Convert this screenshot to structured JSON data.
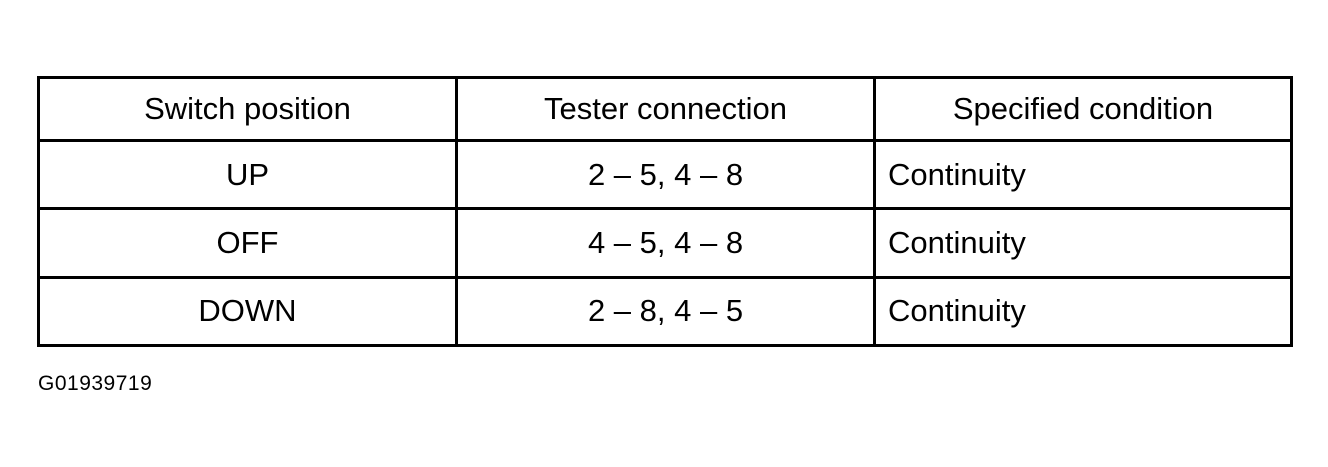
{
  "table": {
    "headers": [
      "Switch position",
      "Tester connection",
      "Specified condition"
    ],
    "rows": [
      [
        "UP",
        "2 – 5,  4 – 8",
        "Continuity"
      ],
      [
        "OFF",
        "4 – 5,  4 – 8",
        "Continuity"
      ],
      [
        "DOWN",
        "2 – 8,  4 – 5",
        "Continuity"
      ]
    ]
  },
  "figure_id": "G01939719"
}
